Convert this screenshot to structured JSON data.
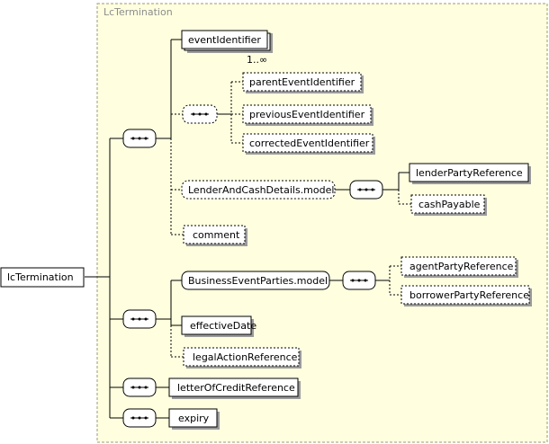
{
  "diagram": {
    "type_name": "LcTermination",
    "root": "lcTermination",
    "multiplicity": "1..∞",
    "elements": {
      "eventIdentifier": "eventIdentifier",
      "parentEventIdentifier": "parentEventIdentifier",
      "previousEventIdentifier": "previousEventIdentifier",
      "correctedEventIdentifier": "correctedEventIdentifier",
      "lenderAndCashDetailsModel": "LenderAndCashDetails.model",
      "lenderPartyReference": "lenderPartyReference",
      "cashPayable": "cashPayable",
      "comment": "comment",
      "businessEventPartiesModel": "BusinessEventParties.model",
      "agentPartyReference": "agentPartyReference",
      "borrowerPartyReference": "borrowerPartyReference",
      "effectiveDate": "effectiveDate",
      "legalActionReference": "legalActionReference",
      "letterOfCreditReference": "letterOfCreditReference",
      "expiry": "expiry"
    }
  }
}
